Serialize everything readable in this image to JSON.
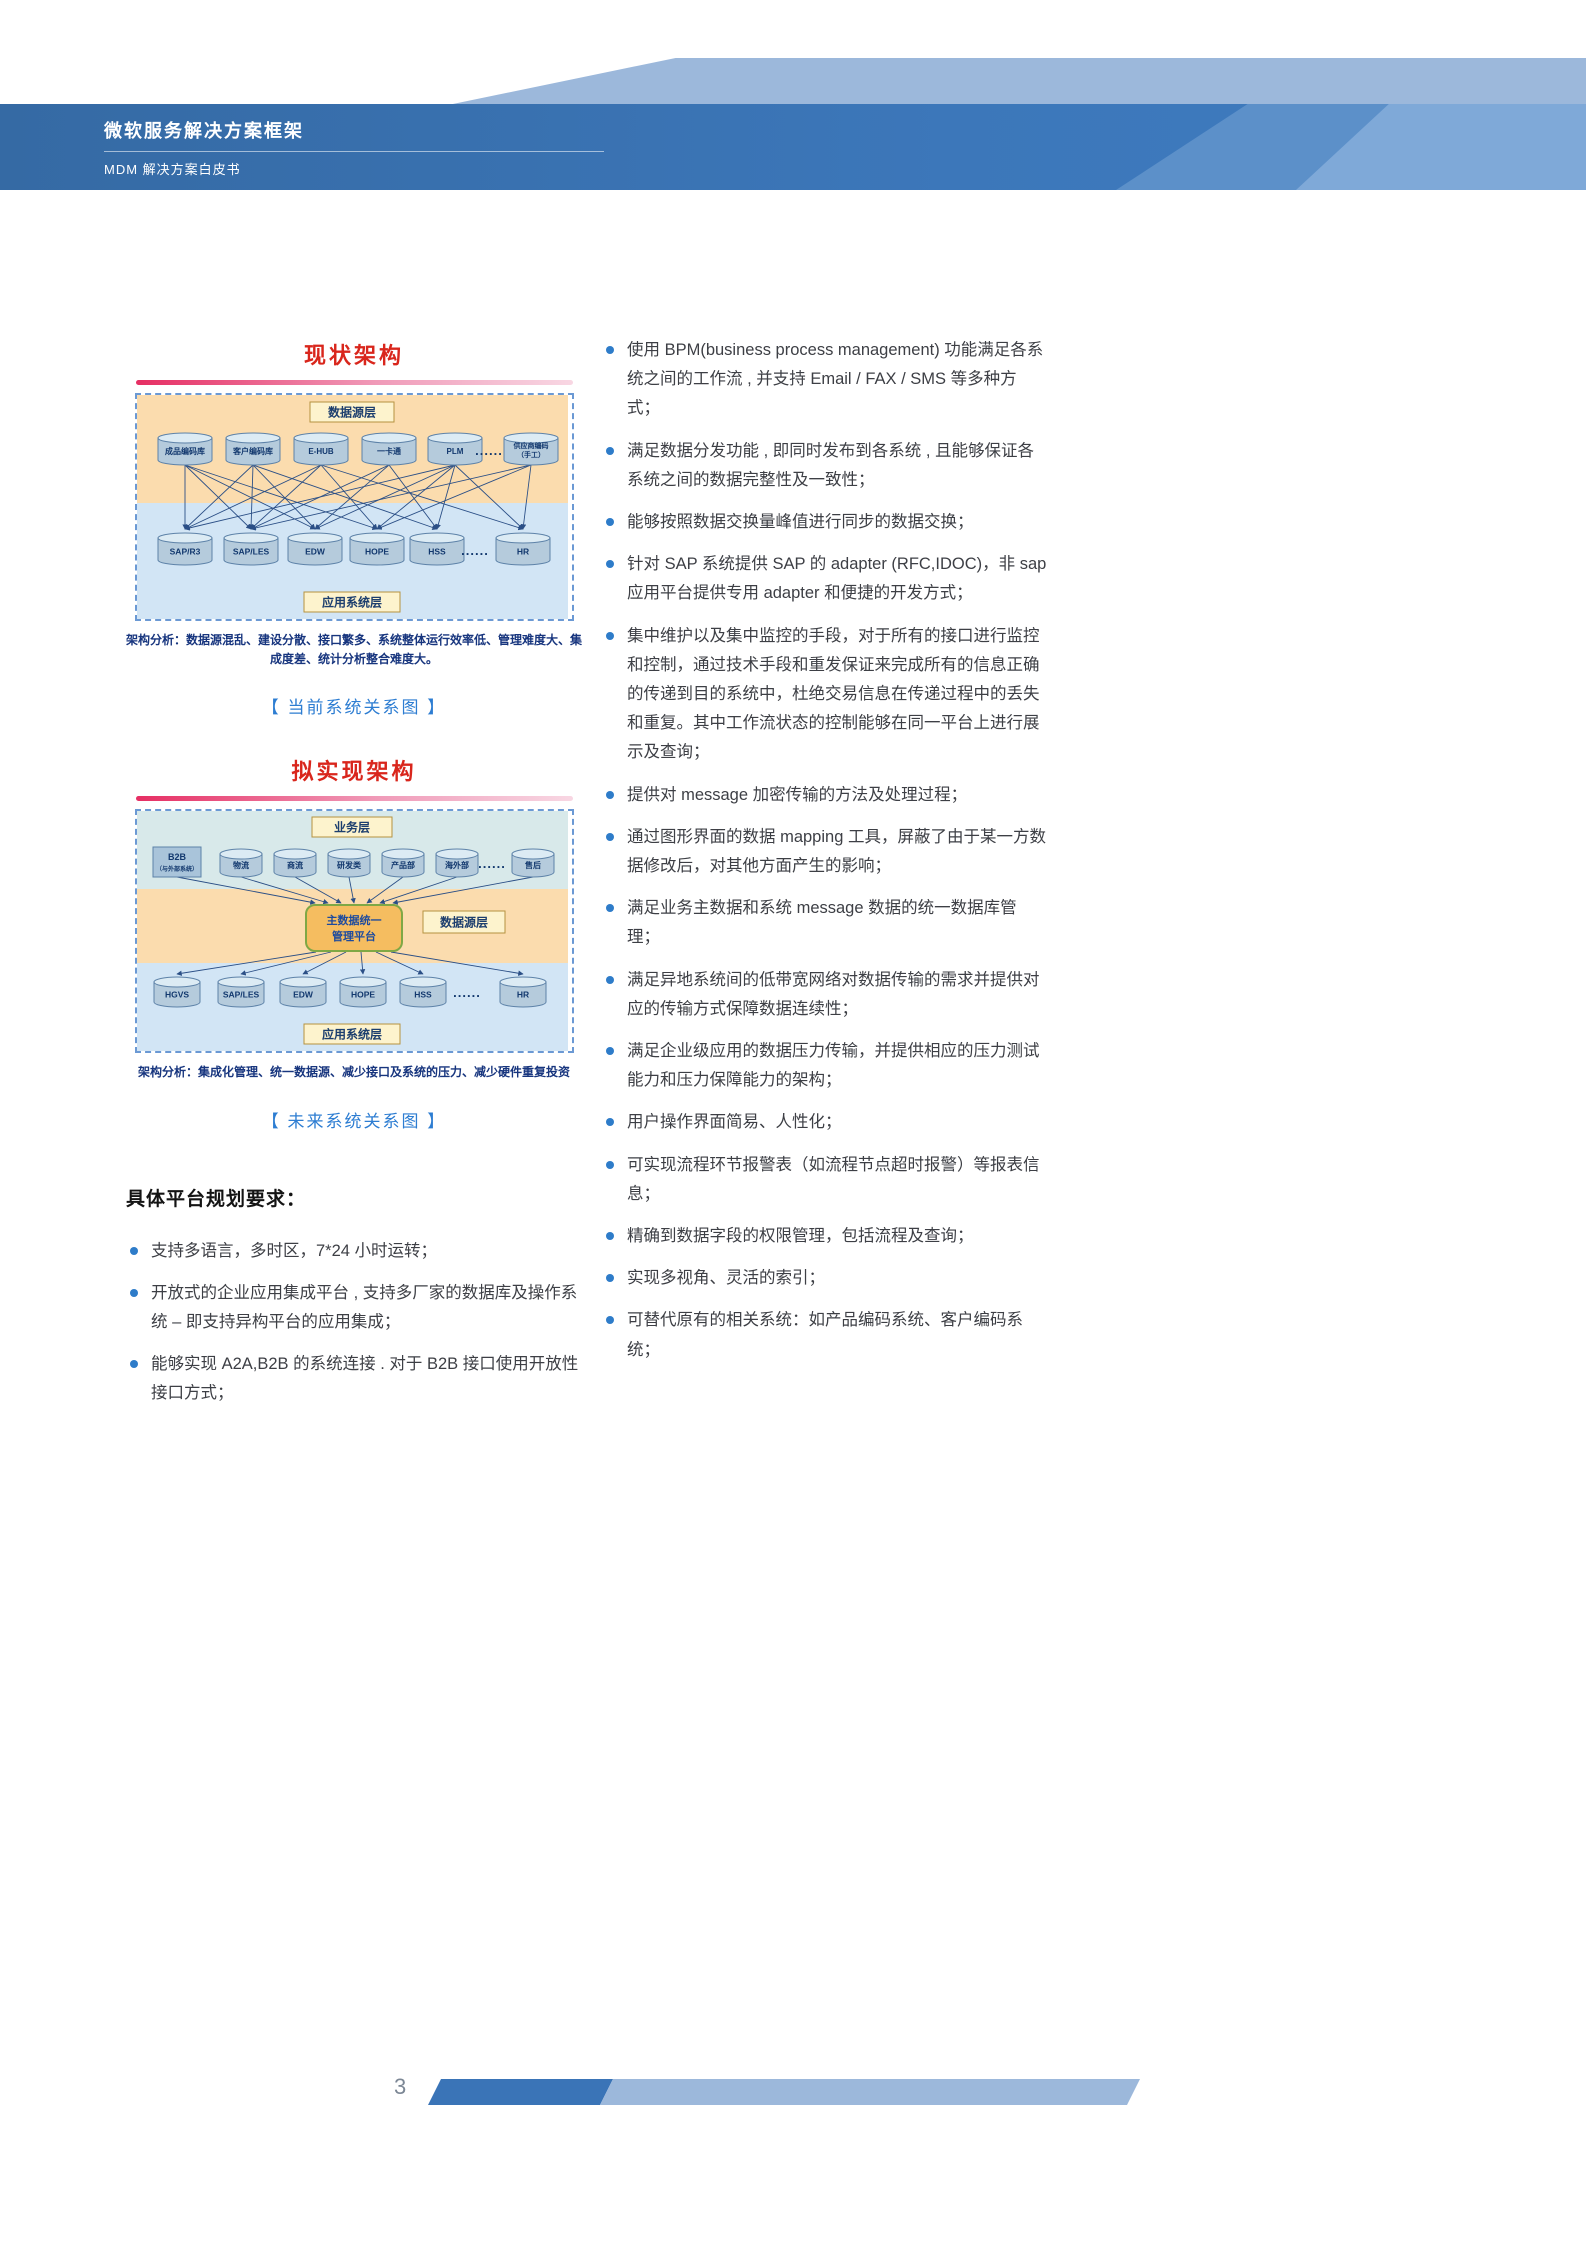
{
  "header": {
    "title": "微软服务解决方案框架",
    "subtitle": "MDM 解决方案白皮书"
  },
  "diagram_current": {
    "title": "现状架构",
    "source_layer_label": "数据源层",
    "app_layer_label": "应用系统层",
    "source_nodes": [
      "成品编码库",
      "客户编码库",
      "E-HUB",
      "一卡通",
      "PLM",
      "供应商编码（手工）"
    ],
    "app_nodes": [
      "SAP/R3",
      "SAP/LES",
      "EDW",
      "HOPE",
      "HSS",
      "HR"
    ],
    "ellipsis": "......",
    "connections": [
      [
        0,
        0
      ],
      [
        0,
        1
      ],
      [
        0,
        2
      ],
      [
        0,
        3
      ],
      [
        1,
        0
      ],
      [
        1,
        1
      ],
      [
        1,
        2
      ],
      [
        1,
        4
      ],
      [
        2,
        0
      ],
      [
        2,
        1
      ],
      [
        2,
        3
      ],
      [
        2,
        5
      ],
      [
        3,
        1
      ],
      [
        3,
        2
      ],
      [
        3,
        4
      ],
      [
        4,
        0
      ],
      [
        4,
        2
      ],
      [
        4,
        3
      ],
      [
        4,
        4
      ],
      [
        4,
        5
      ],
      [
        5,
        1
      ],
      [
        5,
        3
      ],
      [
        5,
        5
      ]
    ],
    "analysis": "架构分析：数据源混乱、建设分散、接口繁多、系统整体运行效率低、管理难度大、集成度差、统计分析整合难度大。",
    "caption": "【 当前系统关系图 】"
  },
  "diagram_future": {
    "title": "拟实现架构",
    "business_layer_label": "业务层",
    "source_layer_label": "数据源层",
    "app_layer_label": "应用系统层",
    "platform_label": "主数据统一管理平台",
    "business_nodes": [
      "B2B（与外部系统）",
      "物流",
      "商流",
      "研发类",
      "产品部",
      "海外部",
      "售后"
    ],
    "app_nodes": [
      "HGVS",
      "SAP/LES",
      "EDW",
      "HOPE",
      "HSS",
      "HR"
    ],
    "ellipsis": "......",
    "analysis": "架构分析：集成化管理、统一数据源、减少接口及系统的压力、减少硬件重复投资",
    "caption": "【 未来系统关系图 】"
  },
  "requirements": {
    "heading": "具体平台规划要求：",
    "items": [
      "支持多语言，多时区，7*24 小时运转；",
      "开放式的企业应用集成平台 , 支持多厂家的数据库及操作系统 – 即支持异构平台的应用集成；",
      "能够实现 A2A,B2B 的系统连接 . 对于 B2B 接口使用开放性接口方式；"
    ]
  },
  "features": {
    "items": [
      "使用 BPM(business process management) 功能满足各系统之间的工作流 , 并支持 Email / FAX / SMS 等多种方式；",
      "满足数据分发功能 , 即同时发布到各系统 , 且能够保证各系统之间的数据完整性及一致性；",
      "能够按照数据交换量峰值进行同步的数据交换；",
      "针对 SAP 系统提供 SAP 的 adapter (RFC,IDOC)，非 sap 应用平台提供专用 adapter 和便捷的开发方式；",
      "集中维护以及集中监控的手段，对于所有的接口进行监控和控制，通过技术手段和重发保证来完成所有的信息正确的传递到目的系统中，杜绝交易信息在传递过程中的丢失和重复。其中工作流状态的控制能够在同一平台上进行展示及查询；",
      "提供对 message 加密传输的方法及处理过程；",
      "通过图形界面的数据 mapping 工具，屏蔽了由于某一方数据修改后，对其他方面产生的影响；",
      "满足业务主数据和系统 message 数据的统一数据库管理；",
      "满足异地系统间的低带宽网络对数据传输的需求并提供对应的传输方式保障数据连续性；",
      "满足企业级应用的数据压力传输，并提供相应的压力测试能力和压力保障能力的架构；",
      "用户操作界面简易、人性化；",
      "可实现流程环节报警表（如流程节点超时报警）等报表信息；",
      "精确到数据字段的权限管理，包括流程及查询；",
      "实现多视角、灵活的索引；",
      "可替代原有的相关系统：如产品编码系统、客户编码系统；"
    ]
  },
  "footer": {
    "page_number": "3"
  },
  "colors": {
    "band_blue": "#3a74b7",
    "accent_light_blue": "#9cb8db",
    "diagram_title_red": "#d9261c",
    "caption_blue": "#2d7dd2",
    "analysis_navy": "#17357e",
    "bullet_blue": "#2e7cc9",
    "layer_orange": "#fbdcae",
    "layer_blue": "#d2e5f5",
    "business_teal": "#d8e9ea",
    "cylinder_fill": "#b5cbdc",
    "cylinder_top": "#dcebf4",
    "cylinder_stroke": "#5d82a8",
    "node_text": "#12386e",
    "arrow": "#2b4f86",
    "label_box_fill": "#fdf3cd",
    "label_box_stroke": "#b59240",
    "layer_label_text": "#1c3e6e",
    "platform_fill": "#f5bd60",
    "platform_stroke": "#7fa845",
    "platform_text": "#1c4a9e",
    "b2b_fill": "#a9c4da"
  }
}
